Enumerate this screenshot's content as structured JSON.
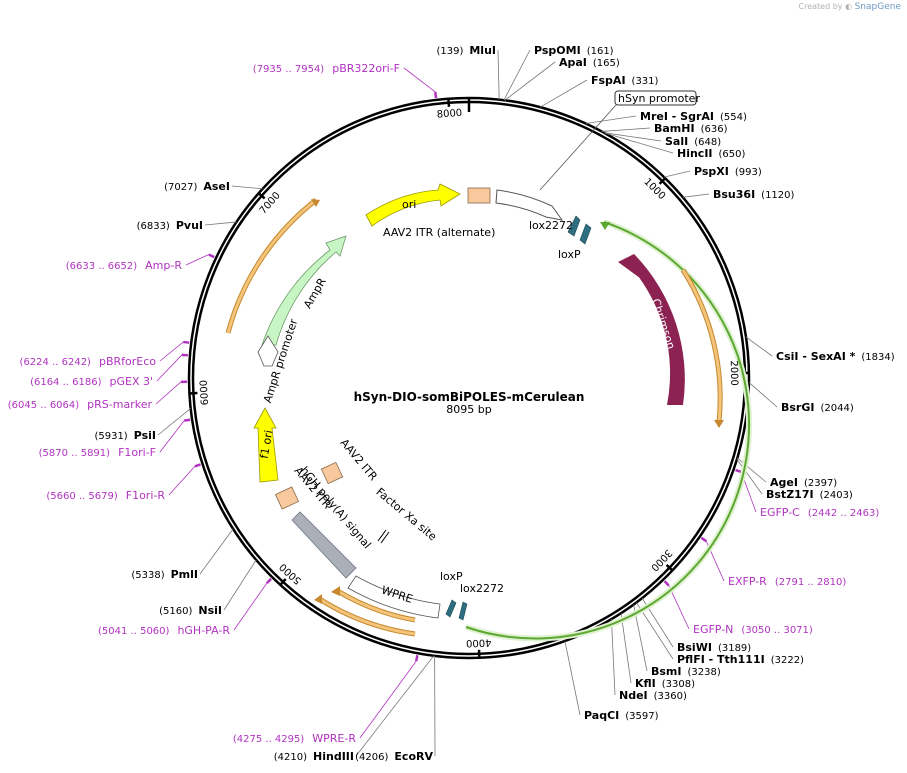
{
  "credit": {
    "prefix": "Created by",
    "brand": "SnapGene"
  },
  "plasmid": {
    "name": "hSyn-DIO-somBiPOLES-mCerulean",
    "length": "8095 bp",
    "length_bp": 8095
  },
  "ticks": [
    {
      "bp": 1000,
      "label": "1000"
    },
    {
      "bp": 2000,
      "label": "2000"
    },
    {
      "bp": 3000,
      "label": "3000"
    },
    {
      "bp": 4000,
      "label": "4000"
    },
    {
      "bp": 5000,
      "label": "5000"
    },
    {
      "bp": 6000,
      "label": "6000"
    },
    {
      "bp": 7000,
      "label": "7000"
    },
    {
      "bp": 8000,
      "label": "8000"
    }
  ],
  "sites": [
    {
      "name": "MluI",
      "pos": "(139)",
      "bp": 139
    },
    {
      "name": "PspOMI",
      "pos": "(161)",
      "bp": 161
    },
    {
      "name": "ApaI",
      "pos": "(165)",
      "bp": 165
    },
    {
      "name": "FspAI",
      "pos": "(331)",
      "bp": 331
    },
    {
      "name": "MreI - SgrAI",
      "pos": "(554)",
      "bp": 554
    },
    {
      "name": "BamHI",
      "pos": "(636)",
      "bp": 636
    },
    {
      "name": "SalI",
      "pos": "(648)",
      "bp": 648
    },
    {
      "name": "HincII",
      "pos": "(650)",
      "bp": 650
    },
    {
      "name": "PspXI",
      "pos": "(993)",
      "bp": 993
    },
    {
      "name": "Bsu36I",
      "pos": "(1120)",
      "bp": 1120
    },
    {
      "name": "CsiI - SexAI *",
      "pos": "(1834)",
      "bp": 1834
    },
    {
      "name": "BsrGI",
      "pos": "(2044)",
      "bp": 2044
    },
    {
      "name": "AgeI",
      "pos": "(2397)",
      "bp": 2397
    },
    {
      "name": "BstZ17I",
      "pos": "(2403)",
      "bp": 2403
    },
    {
      "name": "BsiWI",
      "pos": "(3189)",
      "bp": 3189
    },
    {
      "name": "PflFI - Tth111I",
      "pos": "(3222)",
      "bp": 3222
    },
    {
      "name": "BsmI",
      "pos": "(3238)",
      "bp": 3238
    },
    {
      "name": "KflI",
      "pos": "(3308)",
      "bp": 3308
    },
    {
      "name": "NdeI",
      "pos": "(3360)",
      "bp": 3360
    },
    {
      "name": "PaqCI",
      "pos": "(3597)",
      "bp": 3597
    },
    {
      "name": "EcoRV",
      "pos": "(4206)",
      "bp": 4206
    },
    {
      "name": "HindIII",
      "pos": "(4210)",
      "bp": 4210
    },
    {
      "name": "NsiI",
      "pos": "(5160)",
      "bp": 5160
    },
    {
      "name": "PmlI",
      "pos": "(5338)",
      "bp": 5338
    },
    {
      "name": "PsiI",
      "pos": "(5931)",
      "bp": 5931
    },
    {
      "name": "PvuI",
      "pos": "(6833)",
      "bp": 6833
    },
    {
      "name": "AseI",
      "pos": "(7027)",
      "bp": 7027
    }
  ],
  "primers": [
    {
      "name": "pBR322ori-F",
      "range": "(7935 .. 7954)",
      "bp": 7944
    },
    {
      "name": "EGFP-C",
      "range": "(2442 .. 2463)",
      "bp": 2452
    },
    {
      "name": "EXFP-R",
      "range": "(2791 .. 2810)",
      "bp": 2800
    },
    {
      "name": "EGFP-N",
      "range": "(3050 .. 3071)",
      "bp": 3060
    },
    {
      "name": "WPRE-R",
      "range": "(4275 .. 4295)",
      "bp": 4285
    },
    {
      "name": "hGH-PA-R",
      "range": "(5041 .. 5060)",
      "bp": 5050
    },
    {
      "name": "F1ori-R",
      "range": "(5660 .. 5679)",
      "bp": 5670
    },
    {
      "name": "F1ori-F",
      "range": "(5870 .. 5891)",
      "bp": 5880
    },
    {
      "name": "pRS-marker",
      "range": "(6045 .. 6064)",
      "bp": 6054
    },
    {
      "name": "pGEX 3'",
      "range": "(6164 .. 6186)",
      "bp": 6175
    },
    {
      "name": "pBRforEco",
      "range": "(6224 .. 6242)",
      "bp": 6233
    },
    {
      "name": "Amp-R",
      "range": "(6633 .. 6652)",
      "bp": 6642
    }
  ],
  "features": [
    {
      "name": "hSyn promoter",
      "boxed": true,
      "color": "#ffffff"
    },
    {
      "name": "Chrimson",
      "color": "#8b2252"
    },
    {
      "name": "lox2272",
      "color": "#2e6e80"
    },
    {
      "name": "loxP",
      "color": "#2e6e80"
    },
    {
      "name": "WPRE",
      "color": "#ffffff"
    },
    {
      "name": "hGH poly(A) signal",
      "color": "#a9b0b7"
    },
    {
      "name": "AAV2 ITR",
      "color": "#f7c99c"
    },
    {
      "name": "AAV2 ITR",
      "color": "#f7c99c"
    },
    {
      "name": "f1 ori",
      "color": "#ffff00"
    },
    {
      "name": "AmpR promoter",
      "color": "#ffffff"
    },
    {
      "name": "AmpR",
      "color": "#c8f5c4"
    },
    {
      "name": "ori",
      "color": "#ffff00"
    },
    {
      "name": "AAV2 ITR (alternate)",
      "color": "#f7c99c"
    },
    {
      "name": "Factor Xa site",
      "color": "#000000"
    },
    {
      "name": "lox2272",
      "color": "#2e6e80"
    },
    {
      "name": "loxP",
      "color": "#2e6e80"
    }
  ],
  "colors": {
    "backbone": "#000000",
    "primer": "#b033c0",
    "orf_fill": "#f3c57a",
    "orf_stroke": "#c7882e",
    "green_arc": "#5da832",
    "green_glow": "#dff1cf"
  }
}
